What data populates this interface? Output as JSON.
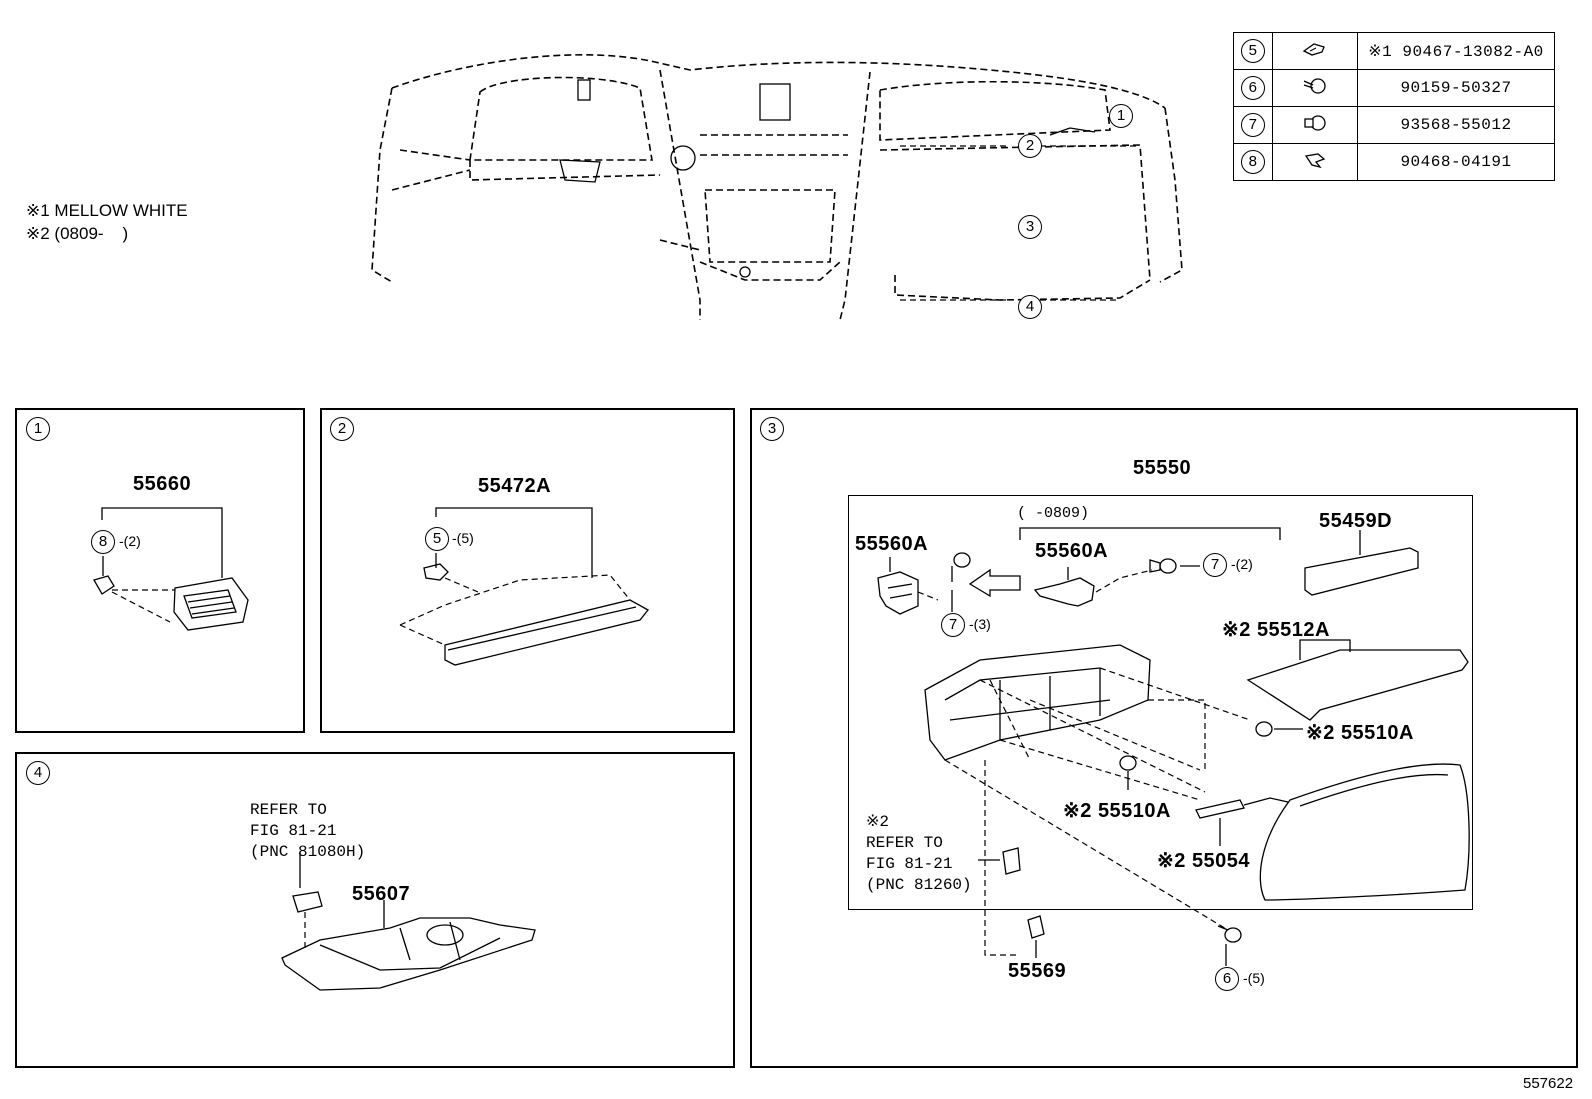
{
  "notes": [
    "※1 MELLOW WHITE",
    "※2 (0809-    )"
  ],
  "legend": [
    {
      "num": "5",
      "part": "※1 90467-13082-A0"
    },
    {
      "num": "6",
      "part": "90159-50327"
    },
    {
      "num": "7",
      "part": "93568-55012"
    },
    {
      "num": "8",
      "part": "90468-04191"
    }
  ],
  "overview_callouts": [
    "1",
    "2",
    "3",
    "4"
  ],
  "panels": {
    "p1": {
      "num": "1",
      "part": "55660",
      "callout": "8",
      "qty": "-(2)"
    },
    "p2": {
      "num": "2",
      "part": "55472A",
      "callout": "5",
      "qty": "-(5)"
    },
    "p3": {
      "num": "3",
      "assembly": "55550",
      "date_range": "(      -0809)",
      "part_55560a_left": "55560A",
      "part_55560a_right": "55560A",
      "callout_7a": "7",
      "qty_7a": "-(2)",
      "callout_7b": "7",
      "qty_7b": "-(3)",
      "part_55459d": "55459D",
      "part_55512a": "※2 55512A",
      "part_55510a_right": "※2 55510A",
      "part_55510a_center": "※2 55510A",
      "part_55054": "※2 55054",
      "refer": "※2\nREFER TO\nFIG 81-21\n(PNC 81260)",
      "part_55569": "55569",
      "callout_6": "6",
      "qty_6": "-(5)"
    },
    "p4": {
      "num": "4",
      "refer": "REFER TO\nFIG 81-21\n(PNC 81080H)",
      "part": "55607"
    }
  },
  "diagram_id": "557622"
}
